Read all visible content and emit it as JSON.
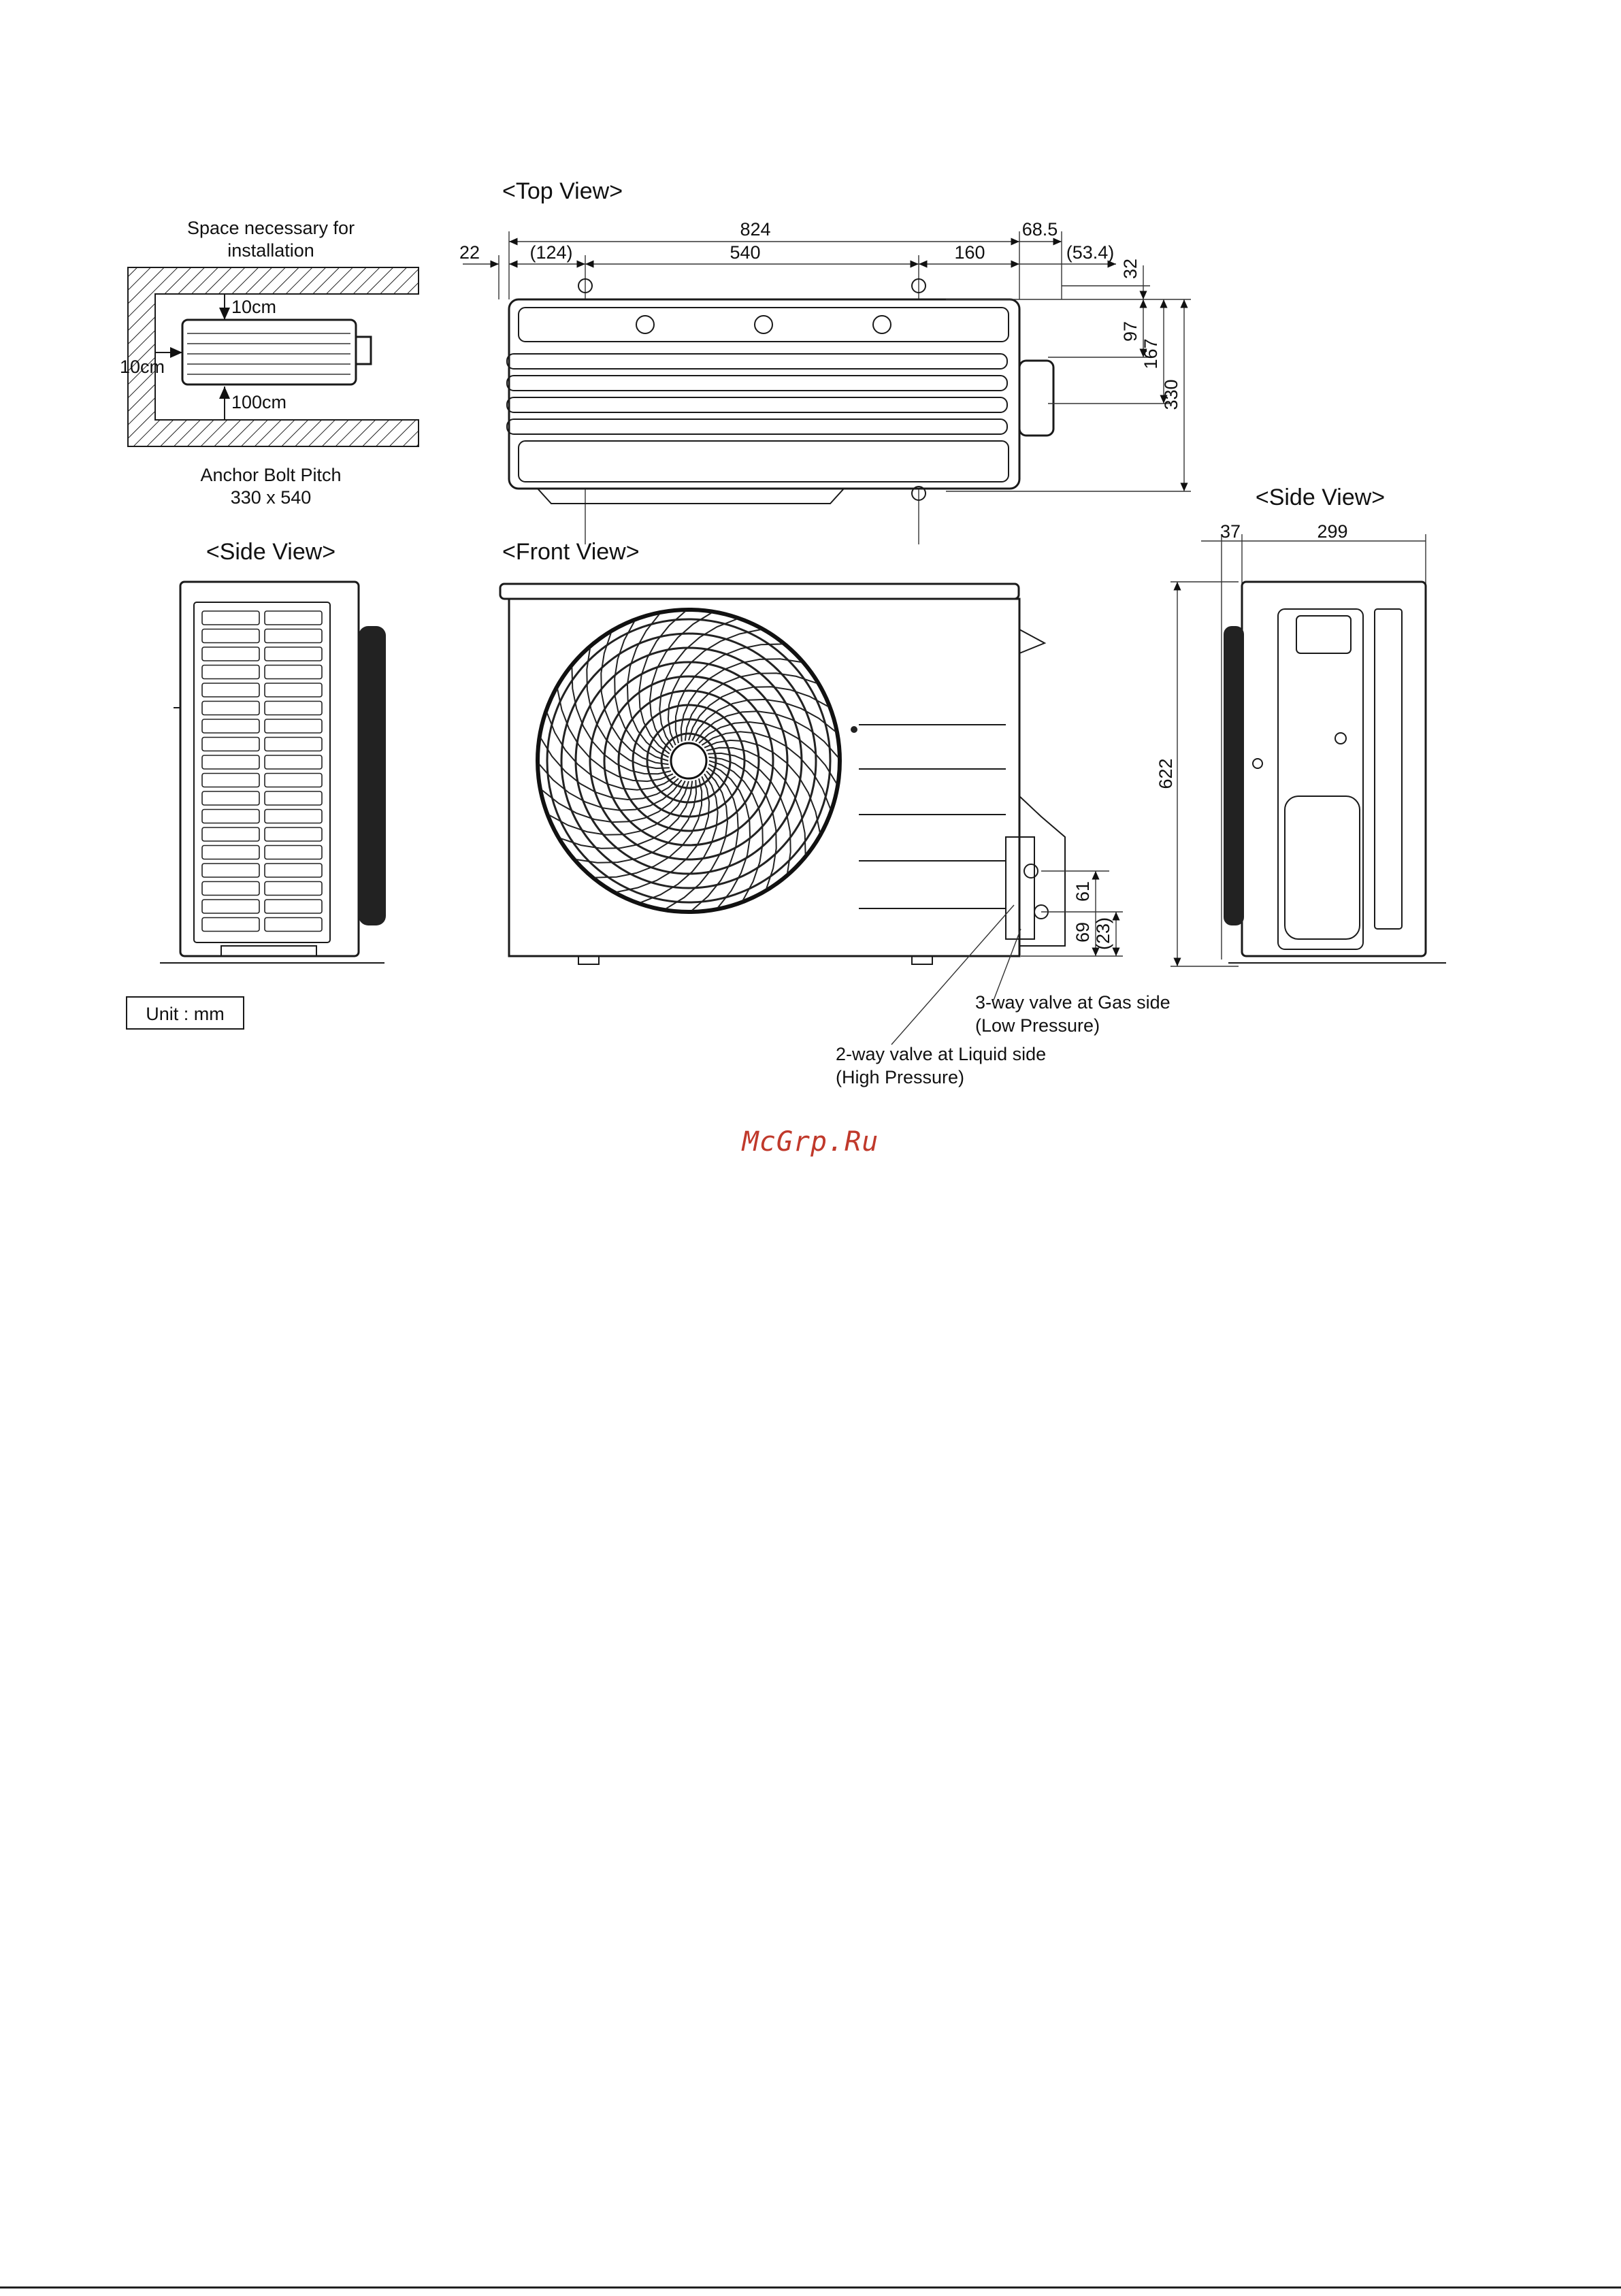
{
  "views": {
    "top": "<Top View>",
    "front": "<Front View>",
    "side_left": "<Side View>",
    "side_right": "<Side View>"
  },
  "installation": {
    "title_line1": "Space necessary for",
    "title_line2": "installation",
    "clear_top": "10cm",
    "clear_left": "10cm",
    "clear_bottom": "100cm",
    "anchor_line1": "Anchor Bolt Pitch",
    "anchor_line2": "330 x 540"
  },
  "top_dims": {
    "d824": "824",
    "d22": "22",
    "d124": "(124)",
    "d540": "540",
    "d160": "160",
    "d68_5": "68.5",
    "d53_4": "(53.4)",
    "d32": "32",
    "d97": "97",
    "d167": "167",
    "d330": "330"
  },
  "side_right_dims": {
    "d37": "37",
    "d299": "299",
    "d622": "622"
  },
  "front_dims": {
    "d61": "61",
    "d69": "69",
    "d23": "(23)"
  },
  "callouts": {
    "gas_line1": "3-way valve at Gas side",
    "gas_line2": "(Low Pressure)",
    "liquid_line1": "2-way valve at Liquid side",
    "liquid_line2": "(High Pressure)"
  },
  "unit_label": "Unit : mm",
  "watermark": "McGrp.Ru"
}
